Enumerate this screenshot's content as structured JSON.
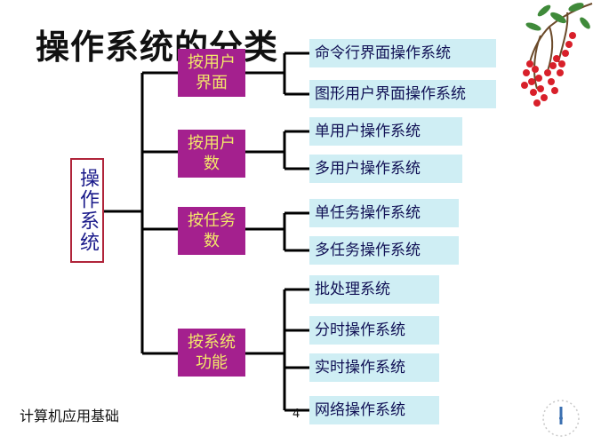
{
  "title": "操作系统的分类",
  "root": "操作系统",
  "categories": [
    {
      "label": "按用户界面",
      "children": [
        "命令行界面操作系统",
        "图形用户界面操作系统"
      ]
    },
    {
      "label": "按用户数",
      "children": [
        "单用户操作系统",
        "多用户操作系统"
      ]
    },
    {
      "label": "按任务数",
      "children": [
        "单任务操作系统",
        "多任务操作系统"
      ]
    },
    {
      "label": "按系统功能",
      "children": [
        "批处理系统",
        "分时操作系统",
        "实时操作系统",
        "网络操作系统"
      ]
    }
  ],
  "footer": {
    "course": "计算机应用基础",
    "page_number": "4"
  },
  "colors": {
    "category_bg": "#a4208e",
    "category_text": "#f3e76a",
    "leaf_bg": "#cfeef4",
    "leaf_text": "#111155",
    "root_border": "#b0243a",
    "connector": "#000000"
  },
  "icons": [
    "berry-branch-icon",
    "clock-icon"
  ]
}
